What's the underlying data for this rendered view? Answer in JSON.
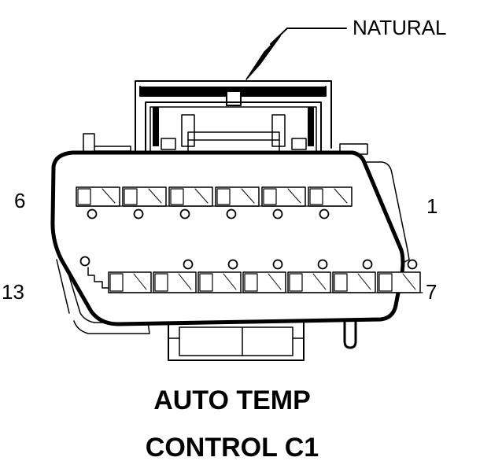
{
  "labels": {
    "natural": "NATURAL",
    "pin_6": "6",
    "pin_1": "1",
    "pin_13": "13",
    "pin_7": "7"
  },
  "title": {
    "line1": "AUTO TEMP",
    "line2": "CONTROL C1"
  },
  "connector": {
    "top_row_cavities": 6,
    "bottom_row_cavities": 7,
    "color": "#000000"
  }
}
